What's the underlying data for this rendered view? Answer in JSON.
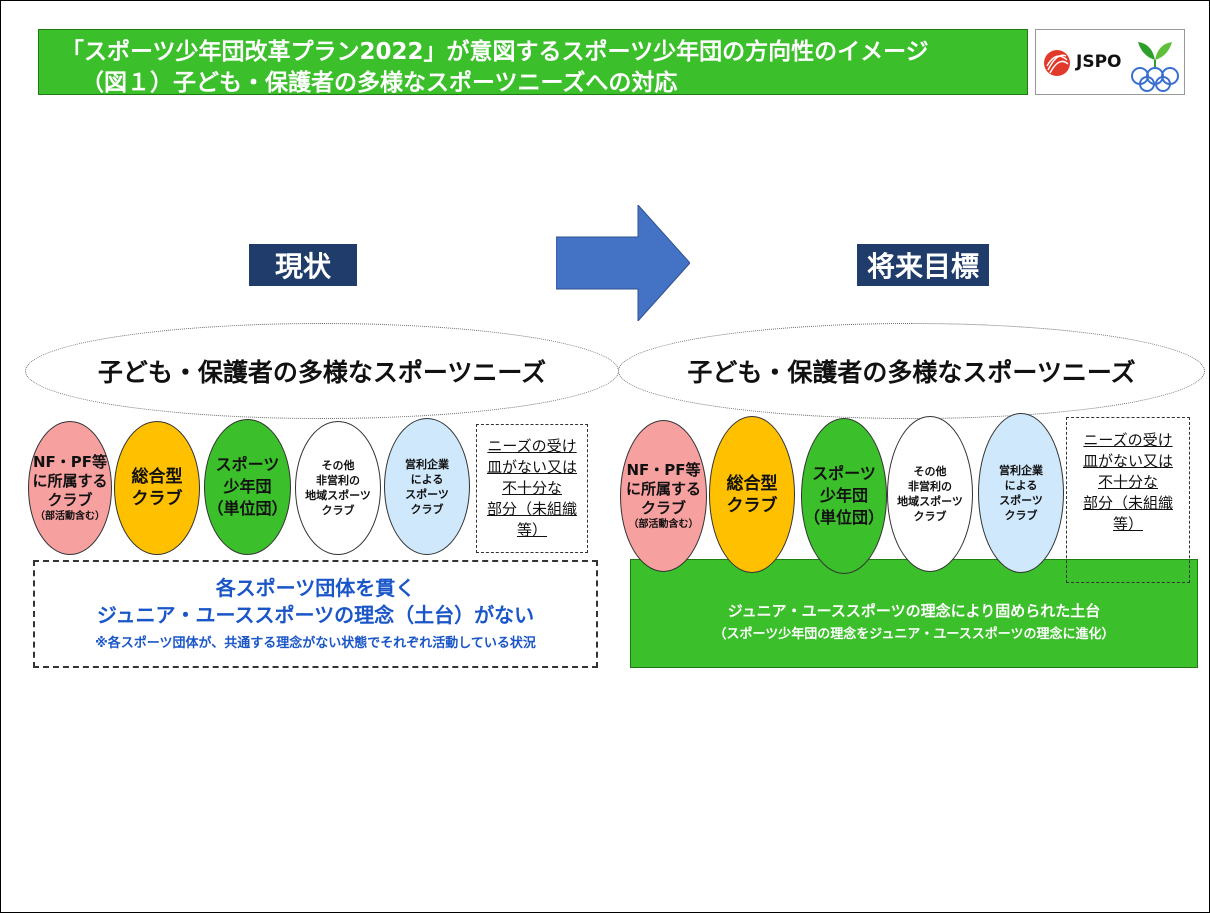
{
  "header": {
    "title_line1": "「スポーツ少年団改革プラン2022」が意図するスポーツ少年団の方向性のイメージ",
    "title_line2": "（図１）子ども・保護者の多様なスポーツニーズへの対応",
    "logo_text": "JSPO"
  },
  "current": {
    "label": "現状",
    "needs": "子ども・保護者の多様なスポーツニーズ",
    "clubs": [
      {
        "main": "NF・PF等\nに所属する\nクラブ",
        "sub": "（部活動含む）",
        "color": "#f7a0a0"
      },
      {
        "main": "総合型\nクラブ",
        "sub": "",
        "color": "#ffc000"
      },
      {
        "main": "スポーツ\n少年団\n（単位団）",
        "sub": "",
        "color": "#3bbf2a"
      },
      {
        "main": "その他\n非営利の\n地域スポーツ\nクラブ",
        "sub": "",
        "color": "#ffffff"
      },
      {
        "main": "営利企業\nによる\nスポーツ\nクラブ",
        "sub": "",
        "color": "#cfe8fb"
      }
    ],
    "gap": "ニーズの受け\n皿がない又は\n不十分な\n部分（未組織\n等）",
    "base_line1": "各スポーツ団体を貫く",
    "base_line2": "ジュニア・ユーススポーツの理念（土台）がない",
    "base_note": "※各スポーツ団体が、共通する理念がない状態でそれぞれ活動している状況"
  },
  "future": {
    "label": "将来目標",
    "needs": "子ども・保護者の多様なスポーツニーズ",
    "clubs": [
      {
        "main": "NF・PF等\nに所属する\nクラブ",
        "sub": "（部活動含む）",
        "color": "#f7a0a0"
      },
      {
        "main": "総合型\nクラブ",
        "sub": "",
        "color": "#ffc000"
      },
      {
        "main": "スポーツ\n少年団\n（単位団）",
        "sub": "",
        "color": "#3bbf2a"
      },
      {
        "main": "その他\n非営利の\n地域スポーツ\nクラブ",
        "sub": "",
        "color": "#ffffff"
      },
      {
        "main": "営利企業\nによる\nスポーツ\nクラブ",
        "sub": "",
        "color": "#cfe8fb"
      }
    ],
    "gap": "ニーズの受け\n皿がない又は\n不十分な\n部分（未組織\n等）",
    "base_line1": "ジュニア・ユーススポーツの理念により固められた土台",
    "base_line2": "（スポーツ少年団の理念をジュニア・ユーススポーツの理念に進化）"
  },
  "colors": {
    "green": "#3bbf2a",
    "navy": "#1f3c6b",
    "arrow": "#4472c4",
    "blue_text": "#1a56c8"
  },
  "icons": {
    "arrow": "right-arrow-icon",
    "logo": "jspo-logo"
  }
}
